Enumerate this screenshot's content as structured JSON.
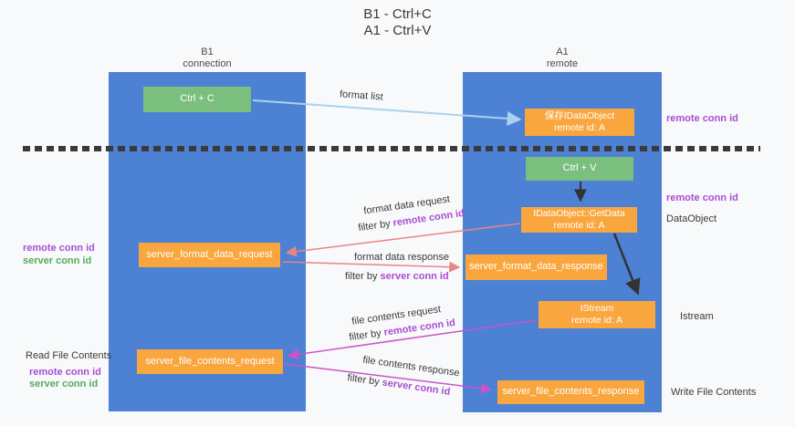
{
  "title": {
    "line1": "B1 - Ctrl+C",
    "line2": "A1 - Ctrl+V"
  },
  "columns": {
    "left": {
      "name": "B1",
      "role": "connection"
    },
    "right": {
      "name": "A1",
      "role": "remote"
    }
  },
  "boxes": {
    "ctrl_c": "Ctrl + C",
    "ctrl_v": "Ctrl + V",
    "save_idataobject": {
      "line1": "保存IDataObject",
      "line2": "remote id: A"
    },
    "getdata": {
      "line1": "IDataObject::GetData",
      "line2": "remote id: A"
    },
    "istream": {
      "line1": "IStream",
      "line2": "remote id: A"
    },
    "fmt_request": "server_format_data_request",
    "fmt_response": "server_format_data_response",
    "file_request": "server_file_contents_request",
    "file_response": "server_file_contents_response"
  },
  "arrow_labels": {
    "format_list": "format list",
    "fmt_req": "format data request",
    "fmt_req_filter_prefix": "filter by ",
    "fmt_req_filter_key": "remote conn id",
    "fmt_resp": "format data response",
    "fmt_resp_filter_prefix": "filter by ",
    "fmt_resp_filter_key": "server conn id",
    "file_req": "file contents request",
    "file_req_filter_prefix": "filter by ",
    "file_req_filter_key": "remote conn id",
    "file_resp": "file contents response",
    "file_resp_filter_prefix": "filter by ",
    "file_resp_filter_key": "server conn id"
  },
  "side_labels": {
    "right_top_remote": "remote conn id",
    "right_mid_remote": "remote conn id",
    "dataobject": "DataObject",
    "istream": "Istream",
    "write_file": "Write File Contents",
    "left_fmt_remote": "remote conn id",
    "left_fmt_server": "server conn id",
    "read_file": "Read File Contents",
    "left_file_remote": "remote conn id",
    "left_file_server": "server conn id"
  },
  "colors": {
    "lifeline_blue": "#4c81d4",
    "box_green": "#7abf7e",
    "box_orange": "#f9a63e",
    "arrow_lightblue": "#a9d2ee",
    "arrow_black": "#333333",
    "arrow_salmon": "#e88585",
    "arrow_magenta": "#cb54cb",
    "label_purple": "#a94ed2",
    "label_green": "#55ab5e"
  }
}
